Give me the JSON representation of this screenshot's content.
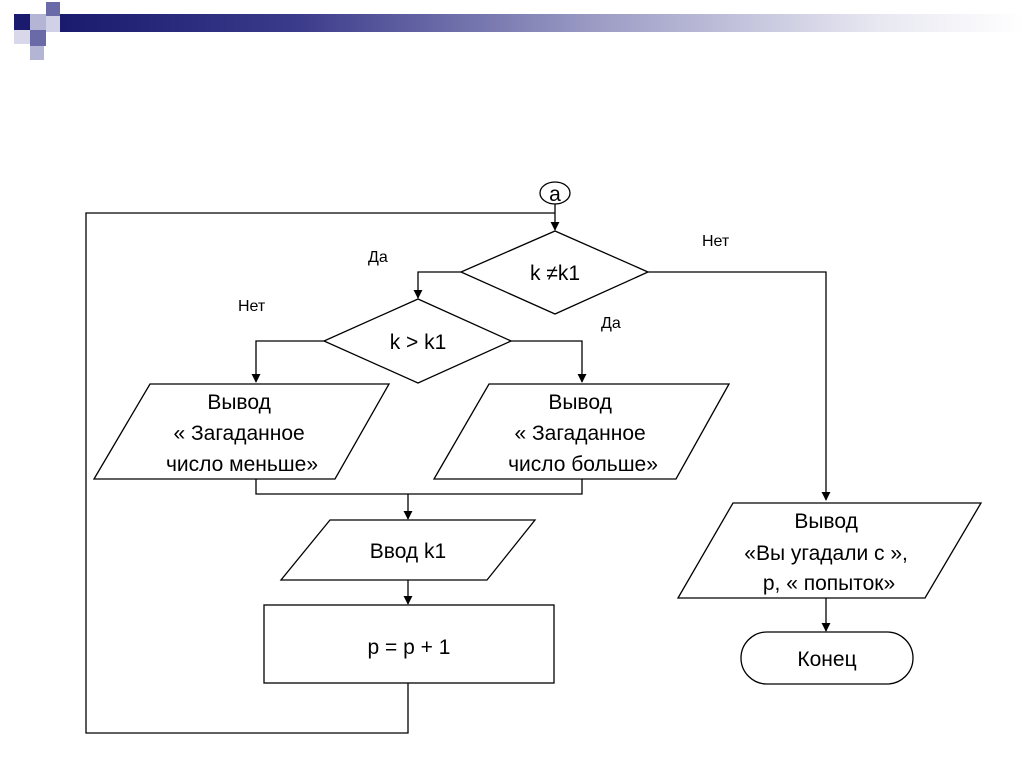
{
  "connector": {
    "label": "a"
  },
  "decision_main": {
    "label": "k ≠k1",
    "yes_label": "Да",
    "no_label": "Нет"
  },
  "decision_compare": {
    "label": "k > k1",
    "no_label": "Нет",
    "yes_label": "Да"
  },
  "output_less": {
    "lines": [
      "Вывод",
      "« Загаданное",
      "число меньше»"
    ]
  },
  "output_more": {
    "lines": [
      "Вывод",
      "« Загаданное",
      "число больше»"
    ]
  },
  "input_k1": {
    "label": "Ввод k1"
  },
  "process_p": {
    "label": "p = p + 1"
  },
  "output_win": {
    "lines": [
      "Вывод",
      "«Вы угадали с »,",
      "p, « попыток»"
    ]
  },
  "terminal_end": {
    "label": "Конец"
  },
  "colors": {
    "header_dark": "#1a1a6e",
    "header_mid": "#6a6aa8",
    "header_light": "#b4b4d4"
  }
}
